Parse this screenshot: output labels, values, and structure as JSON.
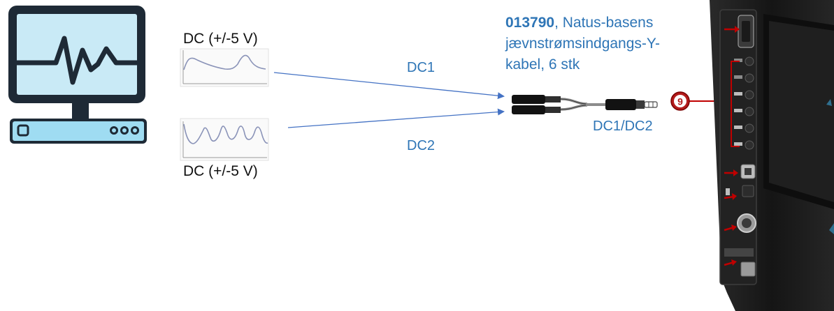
{
  "source": {
    "device_icon": "monitor-with-heartbeat-icon",
    "signal_top_label": "DC (+/-5 V)",
    "signal_bottom_label": "DC (+/-5 V)"
  },
  "connections": {
    "dc1_label": "DC1",
    "dc2_label": "DC2",
    "combined_label": "DC1/DC2"
  },
  "cable": {
    "part_number": "013790",
    "description_line1": ", Natus-basens",
    "description_line2": "jævnstrømsindgangs-Y-",
    "description_line3": "kabel, 6 stk"
  },
  "base_unit": {
    "callout_number": "9"
  },
  "colors": {
    "accent": "#2e75b6",
    "arrow": "#4472c4",
    "callout_red": "#c00000",
    "device_body": "#1c1c1c"
  }
}
